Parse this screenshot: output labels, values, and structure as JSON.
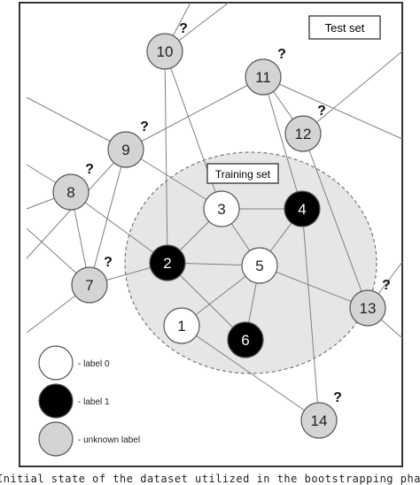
{
  "diagram": {
    "test_set_label": "Test set",
    "training_set_label": "Training set",
    "unknown_marker": "?",
    "colors": {
      "label_0": "#ffffff",
      "label_1": "#000000",
      "unknown": "#d4d4d4",
      "edge": "#808080",
      "training_region": "#e6e6e6"
    },
    "nodes": [
      {
        "id": "1",
        "label": "1",
        "status": "label_0"
      },
      {
        "id": "2",
        "label": "2",
        "status": "label_1"
      },
      {
        "id": "3",
        "label": "3",
        "status": "label_0"
      },
      {
        "id": "4",
        "label": "4",
        "status": "label_1"
      },
      {
        "id": "5",
        "label": "5",
        "status": "label_0"
      },
      {
        "id": "6",
        "label": "6",
        "status": "label_1"
      },
      {
        "id": "7",
        "label": "7",
        "status": "unknown"
      },
      {
        "id": "8",
        "label": "8",
        "status": "unknown"
      },
      {
        "id": "9",
        "label": "9",
        "status": "unknown"
      },
      {
        "id": "10",
        "label": "10",
        "status": "unknown"
      },
      {
        "id": "11",
        "label": "11",
        "status": "unknown"
      },
      {
        "id": "12",
        "label": "12",
        "status": "unknown"
      },
      {
        "id": "13",
        "label": "13",
        "status": "unknown"
      },
      {
        "id": "14",
        "label": "14",
        "status": "unknown"
      }
    ],
    "edges": [
      [
        "2",
        "3"
      ],
      [
        "2",
        "5"
      ],
      [
        "2",
        "6"
      ],
      [
        "2",
        "7"
      ],
      [
        "2",
        "8"
      ],
      [
        "2",
        "10"
      ],
      [
        "3",
        "4"
      ],
      [
        "3",
        "5"
      ],
      [
        "3",
        "9"
      ],
      [
        "3",
        "10"
      ],
      [
        "4",
        "5"
      ],
      [
        "4",
        "11"
      ],
      [
        "4",
        "14"
      ],
      [
        "5",
        "1"
      ],
      [
        "5",
        "6"
      ],
      [
        "5",
        "13"
      ],
      [
        "1",
        "14"
      ],
      [
        "7",
        "8"
      ],
      [
        "7",
        "9"
      ],
      [
        "9",
        "11"
      ],
      [
        "11",
        "12"
      ],
      [
        "12",
        "13"
      ]
    ],
    "legend": [
      {
        "status": "label_0",
        "text": "- label 0"
      },
      {
        "status": "label_1",
        "text": "- label 1"
      },
      {
        "status": "unknown",
        "text": "- unknown label"
      }
    ]
  },
  "caption": "Initial state of the dataset utilized in the bootstrapping phase"
}
